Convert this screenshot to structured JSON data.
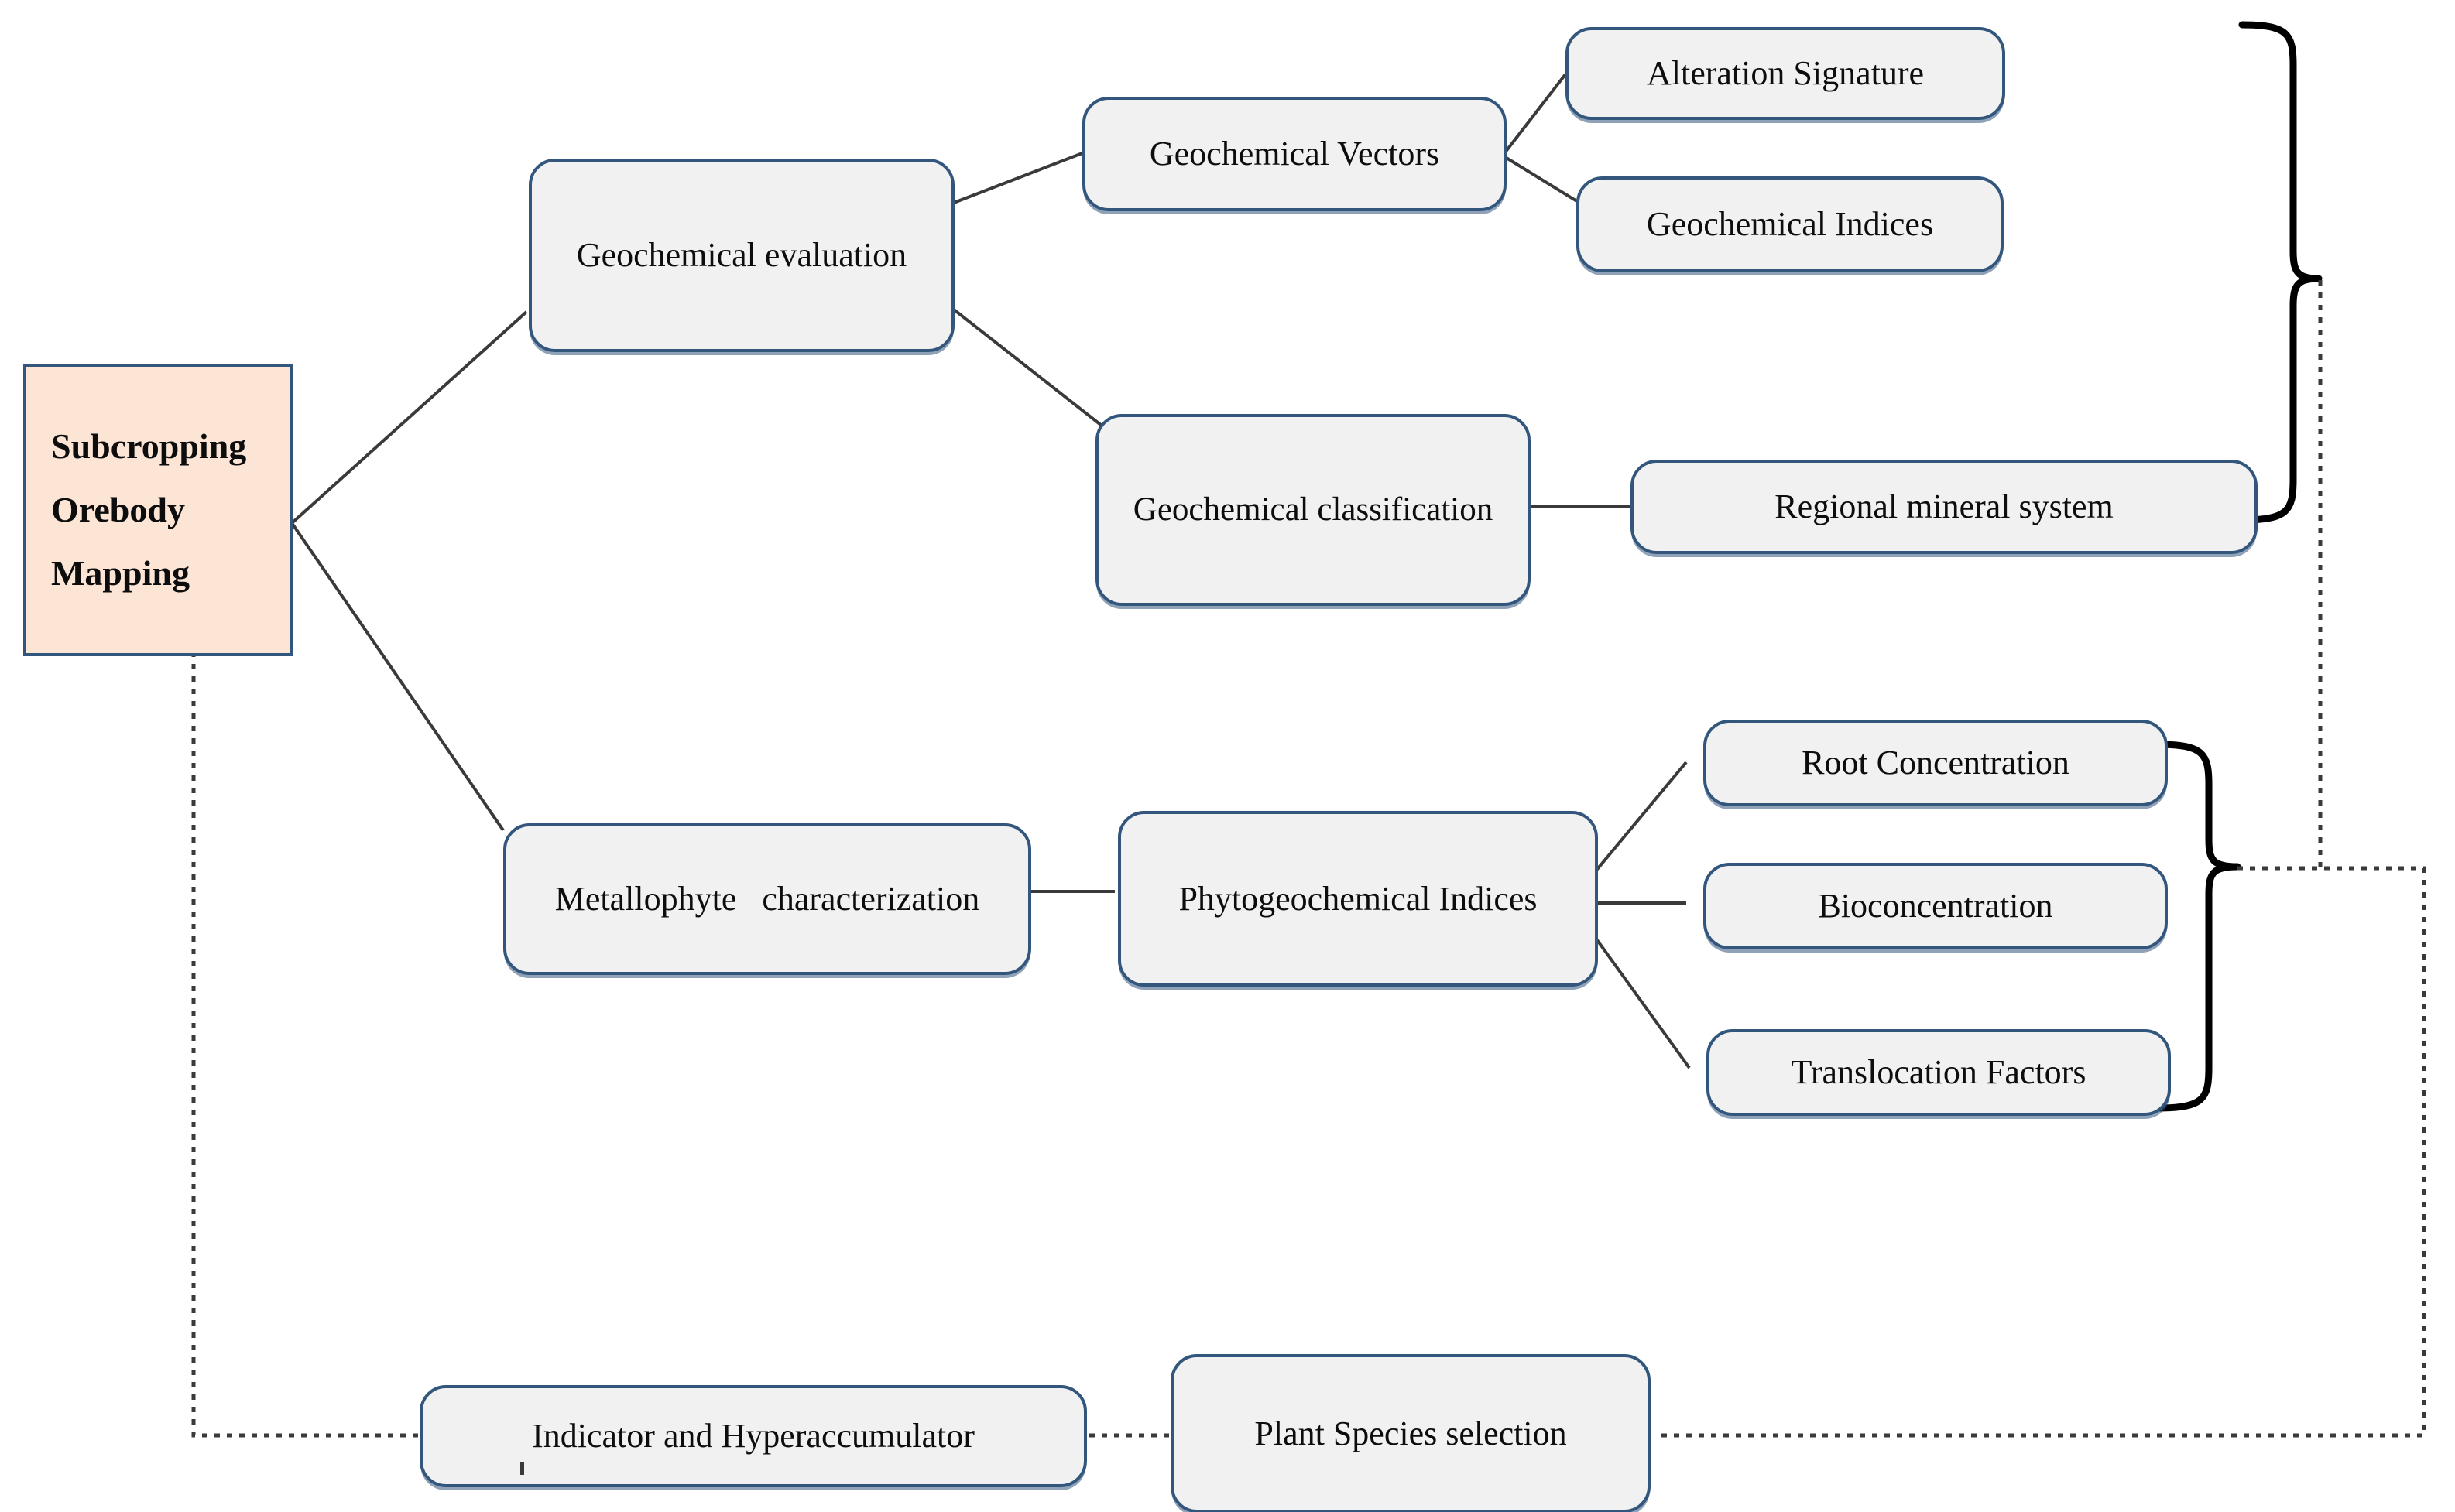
{
  "diagram": {
    "title": "Subcropping Orebody Mapping workflow",
    "colors": {
      "node_fill": "#f1f1f1",
      "node_border": "#33567d",
      "root_fill": "#fce5d5",
      "connector": "#3a3a3a",
      "brace": "#000000",
      "background": "#ffffff"
    }
  },
  "nodes": {
    "root": {
      "line1": "Subcropping",
      "line2": "Orebody",
      "line3": "Mapping"
    },
    "geochemical_evaluation": {
      "label": "Geochemical evaluation"
    },
    "geochemical_vectors": {
      "label": "Geochemical Vectors"
    },
    "alteration_signature": {
      "label": "Alteration Signature"
    },
    "geochemical_indices": {
      "label": "Geochemical Indices"
    },
    "geochemical_classification": {
      "label": "Geochemical classification"
    },
    "regional_mineral_system": {
      "label": "Regional mineral system"
    },
    "metallophyte_characterization": {
      "label": "Metallophyte   characterization"
    },
    "phytogeochemical_indices": {
      "label": "Phytogeochemical Indices"
    },
    "root_concentration": {
      "label": "Root Concentration"
    },
    "bioconcentration": {
      "label": "Bioconcentration"
    },
    "translocation_factors": {
      "label": "Translocation Factors"
    },
    "indicator_and_hyperaccumulator": {
      "label": "Indicator and Hyperaccumulator"
    },
    "plant_species_selection": {
      "label": "Plant Species selection"
    }
  },
  "edges": [
    {
      "from": "root",
      "to": "geochemical_evaluation",
      "style": "solid"
    },
    {
      "from": "root",
      "to": "metallophyte_characterization",
      "style": "solid"
    },
    {
      "from": "geochemical_evaluation",
      "to": "geochemical_vectors",
      "style": "solid"
    },
    {
      "from": "geochemical_evaluation",
      "to": "geochemical_classification",
      "style": "solid"
    },
    {
      "from": "geochemical_vectors",
      "to": "alteration_signature",
      "style": "solid"
    },
    {
      "from": "geochemical_vectors",
      "to": "geochemical_indices",
      "style": "solid"
    },
    {
      "from": "geochemical_classification",
      "to": "regional_mineral_system",
      "style": "solid"
    },
    {
      "from": "metallophyte_characterization",
      "to": "phytogeochemical_indices",
      "style": "solid"
    },
    {
      "from": "phytogeochemical_indices",
      "to": "root_concentration",
      "style": "solid"
    },
    {
      "from": "phytogeochemical_indices",
      "to": "bioconcentration",
      "style": "solid"
    },
    {
      "from": "phytogeochemical_indices",
      "to": "translocation_factors",
      "style": "solid"
    },
    {
      "from": "root",
      "to": "indicator_and_hyperaccumulator",
      "style": "dotted"
    },
    {
      "from": "indicator_and_hyperaccumulator",
      "to": "plant_species_selection",
      "style": "dotted"
    },
    {
      "from": "plant_species_selection",
      "to": "upper_brace_group",
      "style": "dotted"
    },
    {
      "from": "plant_species_selection",
      "to": "lower_brace_group",
      "style": "dotted"
    }
  ],
  "braces": [
    {
      "name": "upper-brace",
      "groups": [
        "alteration_signature",
        "geochemical_indices",
        "regional_mineral_system"
      ]
    },
    {
      "name": "lower-brace",
      "groups": [
        "root_concentration",
        "bioconcentration",
        "translocation_factors"
      ]
    }
  ]
}
